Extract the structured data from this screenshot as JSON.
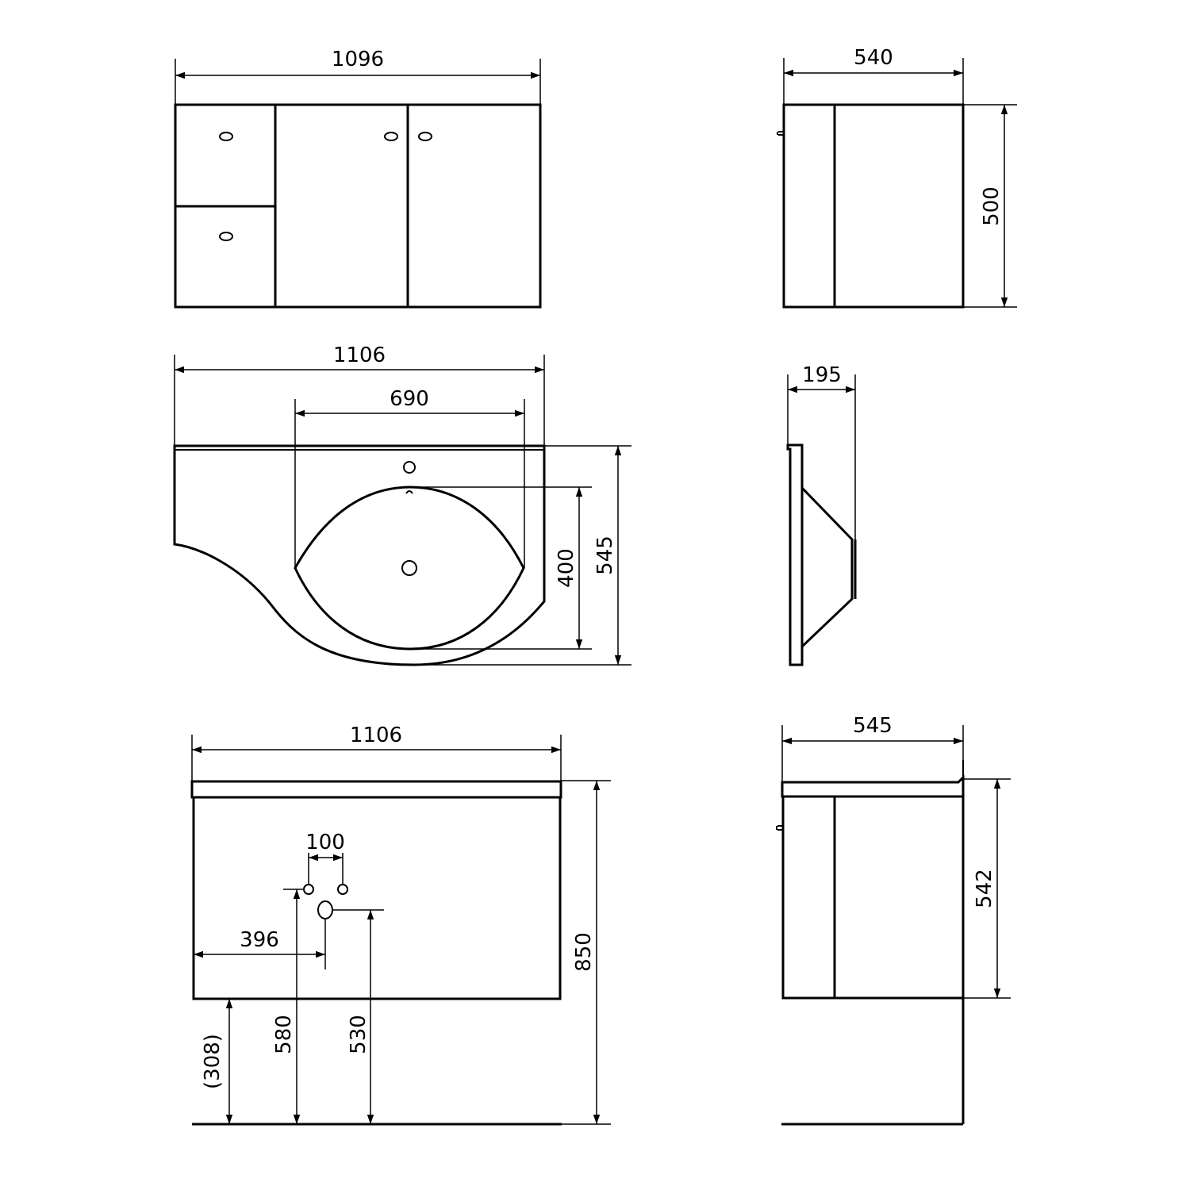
{
  "colors": {
    "line": "#000000",
    "background": "#ffffff"
  },
  "views": {
    "cabinet_front": {
      "width": "1096"
    },
    "cabinet_side": {
      "depth": "540",
      "height": "500"
    },
    "basin_top": {
      "width": "1106",
      "bowl_width": "690",
      "bowl_depth": "400",
      "depth": "545"
    },
    "basin_section": {
      "height": "195"
    },
    "assembly_front": {
      "width": "1106",
      "tap_spacing": "100",
      "drain_offset": "396",
      "overall_height": "850",
      "floor_clearance": "(308)",
      "tap_height": "580",
      "drain_height": "530"
    },
    "assembly_side": {
      "depth": "545",
      "height": "542"
    }
  }
}
